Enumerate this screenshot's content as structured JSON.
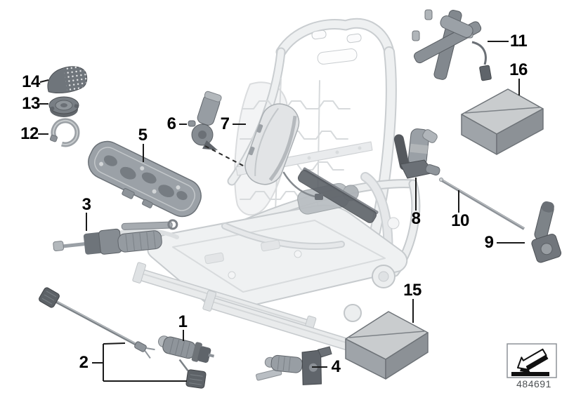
{
  "callouts": [
    {
      "number": "1"
    },
    {
      "number": "2"
    },
    {
      "number": "3"
    },
    {
      "number": "4"
    },
    {
      "number": "5"
    },
    {
      "number": "6"
    },
    {
      "number": "7"
    },
    {
      "number": "8"
    },
    {
      "number": "9"
    },
    {
      "number": "10"
    },
    {
      "number": "11"
    },
    {
      "number": "12"
    },
    {
      "number": "13"
    },
    {
      "number": "14"
    },
    {
      "number": "15"
    },
    {
      "number": "16"
    }
  ],
  "footer": {
    "diagram_code": "484691"
  },
  "icons": [
    {
      "name": "direction-of-travel-icon",
      "shape": "boxed arrow pointing lower-left"
    }
  ],
  "colors": {
    "background": "#ffffff",
    "callout_text": "#000000",
    "leader_line": "#1a1a1a",
    "ghost_frame_edge": "#c7cbce",
    "ghost_frame_fill": "#eff1f2",
    "part_gray": "#8d9298",
    "part_dark": "#5c6166",
    "carton_top": "#c9ccce",
    "carton_side_left": "#9fa4a9",
    "carton_side_right": "#8c9196",
    "code_text": "#4d5154"
  }
}
